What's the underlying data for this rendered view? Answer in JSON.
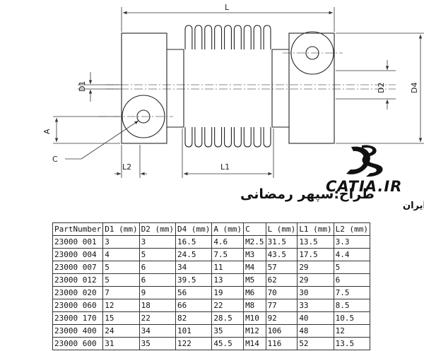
{
  "dimensions": {
    "L": "L",
    "D1": "D1",
    "D2": "D2",
    "D4": "D4",
    "A": "A",
    "C": "C",
    "L1": "L1",
    "L2": "L2"
  },
  "designer": "طراح:سپهر رمضانی",
  "logo": {
    "brand": "CATIA.IR",
    "subtitle": "انجمن کتیای ایران",
    "icon": "ds-logo-icon"
  },
  "table": {
    "headers": [
      "PartNumber",
      "D1 (mm)",
      "D2 (mm)",
      "D4 (mm)",
      "A (mm)",
      "C",
      "L (mm)",
      "L1 (mm)",
      "L2 (mm)"
    ],
    "rows": [
      [
        "23000 001",
        "3",
        "3",
        "16.5",
        "4.6",
        "M2.5",
        "31.5",
        "13.5",
        "3.3"
      ],
      [
        "23000 004",
        "4",
        "5",
        "24.5",
        "7.5",
        "M3",
        "43.5",
        "17.5",
        "4.4"
      ],
      [
        "23000 007",
        "5",
        "6",
        "34",
        "11",
        "M4",
        "57",
        "29",
        "5"
      ],
      [
        "23000 012",
        "5",
        "6",
        "39.5",
        "13",
        "M5",
        "62",
        "29",
        "6"
      ],
      [
        "23000 020",
        "7",
        "9",
        "56",
        "19",
        "M6",
        "70",
        "30",
        "7.5"
      ],
      [
        "23000 060",
        "12",
        "18",
        "66",
        "22",
        "M8",
        "77",
        "33",
        "8.5"
      ],
      [
        "23000 170",
        "15",
        "22",
        "82",
        "28.5",
        "M10",
        "92",
        "40",
        "10.5"
      ],
      [
        "23000 400",
        "24",
        "34",
        "101",
        "35",
        "M12",
        "106",
        "48",
        "12"
      ],
      [
        "23000 600",
        "31",
        "35",
        "122",
        "45.5",
        "M14",
        "116",
        "52",
        "13.5"
      ]
    ]
  }
}
